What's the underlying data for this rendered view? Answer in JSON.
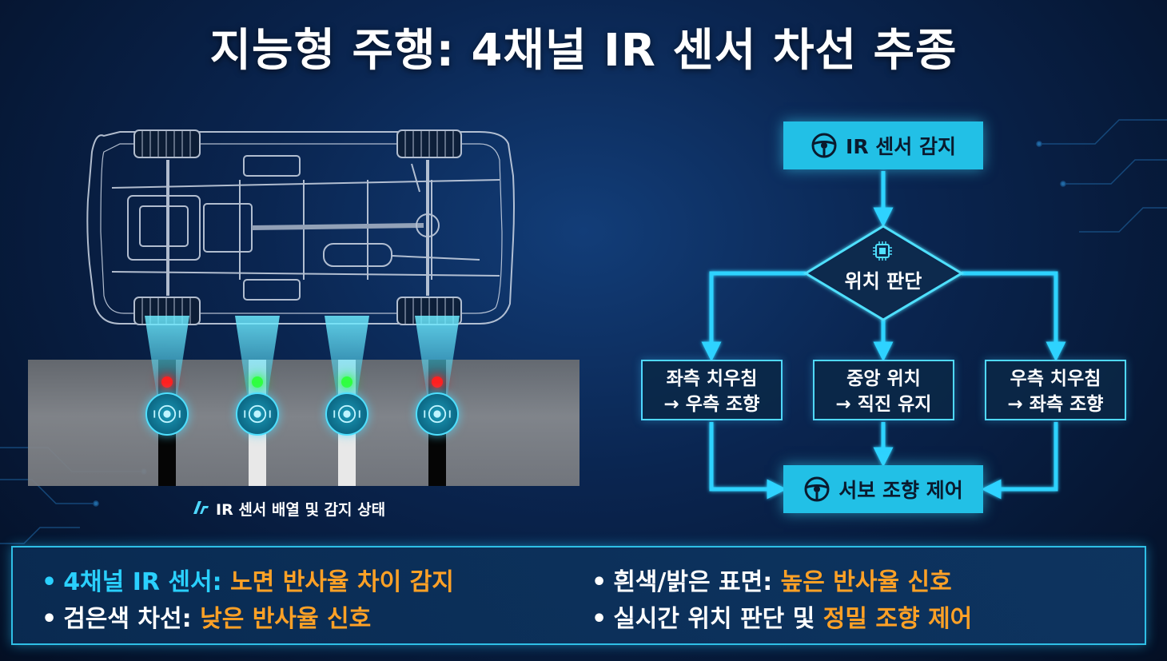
{
  "title": "지능형 주행: 4채널 IR 센서 차선 추종",
  "diagram": {
    "sensor_caption": "IR 센서 배열 및 감지 상태",
    "sensor_caption_icon": "ir-brand-icon",
    "sensors": [
      {
        "led": "red",
        "lane": "black"
      },
      {
        "led": "green",
        "lane": "white"
      },
      {
        "led": "green",
        "lane": "white"
      },
      {
        "led": "red",
        "lane": "black"
      }
    ]
  },
  "flowchart": {
    "start": {
      "label": "IR 센서 감지",
      "icon": "steering-wheel-icon"
    },
    "decision": {
      "label": "위치 판단",
      "icon": "chip-icon"
    },
    "left": {
      "line1": "좌측 치우침",
      "line2": "→ 우측 조향"
    },
    "center": {
      "line1": "중앙 위치",
      "line2": "→ 직진 유지"
    },
    "right": {
      "line1": "우측 치우침",
      "line2": "→ 좌측 조향"
    },
    "end": {
      "label": "서보 조향 제어",
      "icon": "steering-wheel-icon"
    }
  },
  "info": {
    "bullet_char": "•",
    "b1_a": "4채널 IR 센서:",
    "b1_b": "노면 반사율 차이 감지",
    "b2_a": "검은색 차선:",
    "b2_b": "낮은 반사율 신호",
    "b3_a": "흰색/밝은 표면:",
    "b3_b": "높은 반사율 신호",
    "b4_a": "실시간 위치 판단 및",
    "b4_b": "정밀 조향 제어"
  },
  "colors": {
    "accent": "#22c0e6",
    "highlight": "#ffa126",
    "led_red": "#ff2020",
    "led_green": "#30ff40"
  }
}
